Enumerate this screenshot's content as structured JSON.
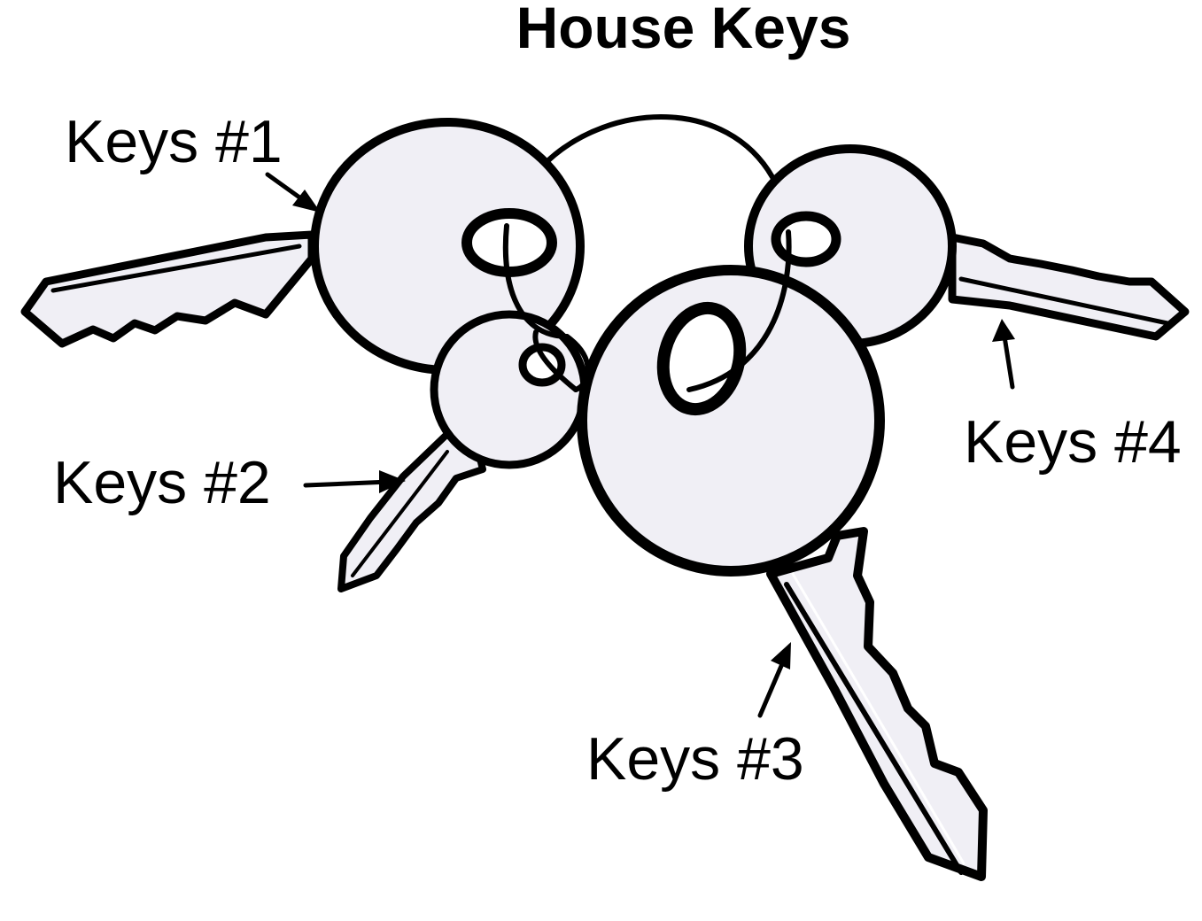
{
  "title": "House Keys",
  "labels": {
    "key1": "Keys #1",
    "key2": "Keys #2",
    "key3": "Keys #3",
    "key4": "Keys #4"
  },
  "colors": {
    "key_fill": "#f0eff5",
    "outline": "#000000",
    "background": "#ffffff"
  }
}
